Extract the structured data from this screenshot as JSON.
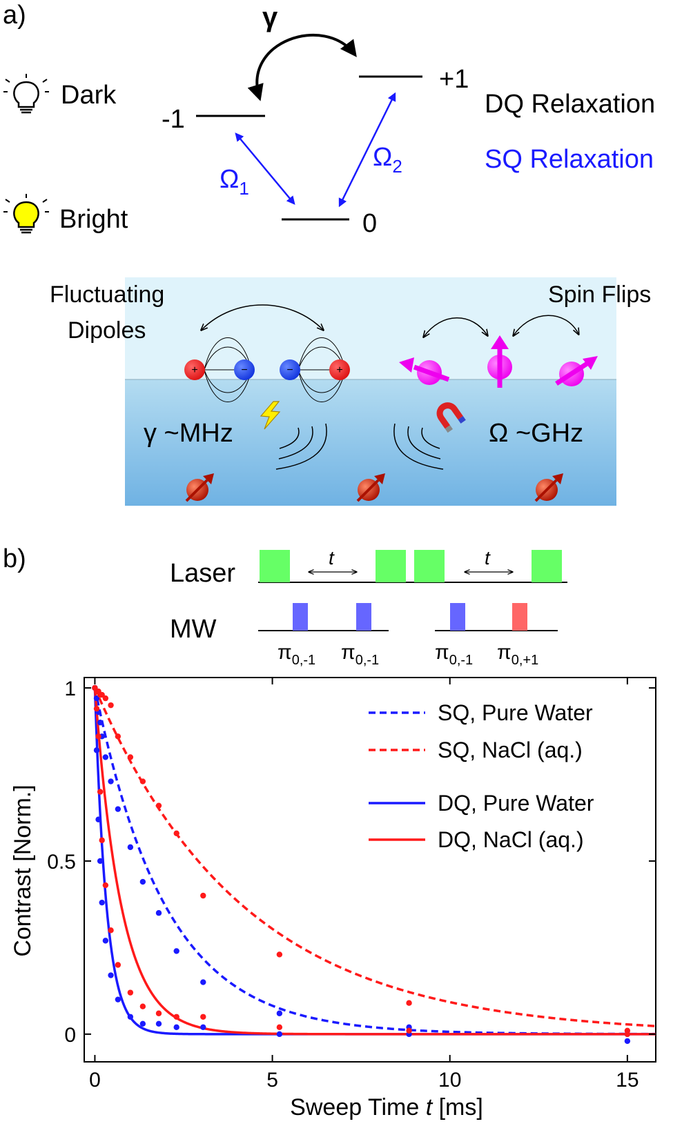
{
  "panel_a": {
    "label": "a)",
    "levels": {
      "minus1": "-1",
      "plus1": "+1",
      "zero": "0"
    },
    "gamma": "γ",
    "omega1": {
      "main": "Ω",
      "sub": "1"
    },
    "omega2": {
      "main": "Ω",
      "sub": "2"
    },
    "dark_label": "Dark",
    "bright_label": "Bright",
    "dq_label": "DQ Relaxation",
    "sq_label": "SQ Relaxation",
    "colors": {
      "dq": "#000000",
      "sq": "#1a1aff",
      "bulb_on": "#ffff00"
    },
    "icons": [
      "lightbulb-off-icon",
      "lightbulb-on-icon"
    ]
  },
  "illustration": {
    "fluct_line1": "Fluctuating",
    "fluct_line2": "Dipoles",
    "spin_flips": "Spin Flips",
    "gamma_freq": "γ ~MHz",
    "omega_freq": "Ω ~GHz",
    "charge_plus": "+",
    "charge_minus": "−",
    "colors": {
      "upper": "#dff3fb",
      "lower_top": "#b4dcf1",
      "lower_bottom": "#6fb2e3",
      "spin_pink": "#ff00ff",
      "nv_red": "#cc2200"
    },
    "icons": [
      "lightning-icon",
      "magnet-icon",
      "spin-arrow-icon"
    ]
  },
  "panel_b": {
    "label": "b)",
    "laser_label": "Laser",
    "mw_label": "MW",
    "t_label": "t",
    "pulses": [
      {
        "main": "π",
        "sub": "0,-1"
      },
      {
        "main": "π",
        "sub": "0,-1"
      },
      {
        "main": "π",
        "sub": "0,-1"
      },
      {
        "main": "π",
        "sub": "0,+1"
      }
    ],
    "colors": {
      "laser": "#66ff66",
      "mw_blue": "#6666ff",
      "mw_red": "#ff6666"
    }
  },
  "chart_data": {
    "type": "line",
    "title": "",
    "xlabel_pre": "Sweep Time ",
    "xlabel_var": "t",
    "xlabel_post": " [ms]",
    "ylabel": "Contrast [Norm.]",
    "xlim": [
      -0.3,
      15.8
    ],
    "ylim": [
      -0.08,
      1.03
    ],
    "xticks": [
      0,
      5,
      10,
      15
    ],
    "yticks": [
      0,
      0.5,
      1
    ],
    "ytick_labels": [
      "0",
      "0.5",
      "1"
    ],
    "grid": false,
    "legend_position": "top-right",
    "series": [
      {
        "name": "SQ, Pure Water",
        "color": "#1a1aff",
        "style": "dashed",
        "tau": 2.0,
        "x": [
          0,
          0.05,
          0.1,
          0.15,
          0.2,
          0.3,
          0.45,
          0.65,
          1.0,
          1.35,
          1.8,
          2.3,
          3.05,
          5.2,
          8.85,
          15.0
        ],
        "y": [
          1.0,
          0.97,
          0.93,
          0.9,
          0.86,
          0.8,
          0.73,
          0.65,
          0.54,
          0.44,
          0.35,
          0.24,
          0.15,
          0.06,
          0.02,
          -0.02
        ]
      },
      {
        "name": "SQ, NaCl (aq.)",
        "color": "#ff1a1a",
        "style": "dashed",
        "tau": 4.2,
        "x": [
          0,
          0.05,
          0.1,
          0.15,
          0.2,
          0.3,
          0.45,
          0.65,
          1.0,
          1.35,
          1.8,
          2.3,
          3.05,
          5.2,
          8.85,
          15.0
        ],
        "y": [
          1.0,
          0.99,
          0.99,
          0.98,
          0.98,
          0.97,
          0.95,
          0.86,
          0.8,
          0.73,
          0.66,
          0.58,
          0.4,
          0.23,
          0.09,
          0.01
        ]
      },
      {
        "name": "DQ, Pure Water",
        "color": "#1a1aff",
        "style": "solid",
        "tau": 0.33,
        "x": [
          0,
          0.05,
          0.1,
          0.15,
          0.2,
          0.3,
          0.45,
          0.65,
          1.0,
          1.35,
          1.8,
          2.3,
          3.05,
          5.2,
          8.85,
          15.0
        ],
        "y": [
          1.0,
          0.82,
          0.62,
          0.5,
          0.38,
          0.27,
          0.17,
          0.1,
          0.05,
          0.03,
          0.03,
          0.02,
          0.02,
          0.0,
          0.0,
          0.0
        ]
      },
      {
        "name": "DQ, NaCl (aq.)",
        "color": "#ff1a1a",
        "style": "solid",
        "tau": 0.75,
        "x": [
          0,
          0.05,
          0.1,
          0.15,
          0.2,
          0.3,
          0.45,
          0.65,
          1.0,
          1.35,
          1.8,
          2.3,
          3.05,
          5.2,
          8.85,
          15.0
        ],
        "y": [
          1.0,
          0.94,
          0.86,
          0.7,
          0.56,
          0.43,
          0.3,
          0.2,
          0.12,
          0.08,
          0.06,
          0.05,
          0.05,
          0.02,
          0.01,
          0.0
        ]
      }
    ]
  }
}
